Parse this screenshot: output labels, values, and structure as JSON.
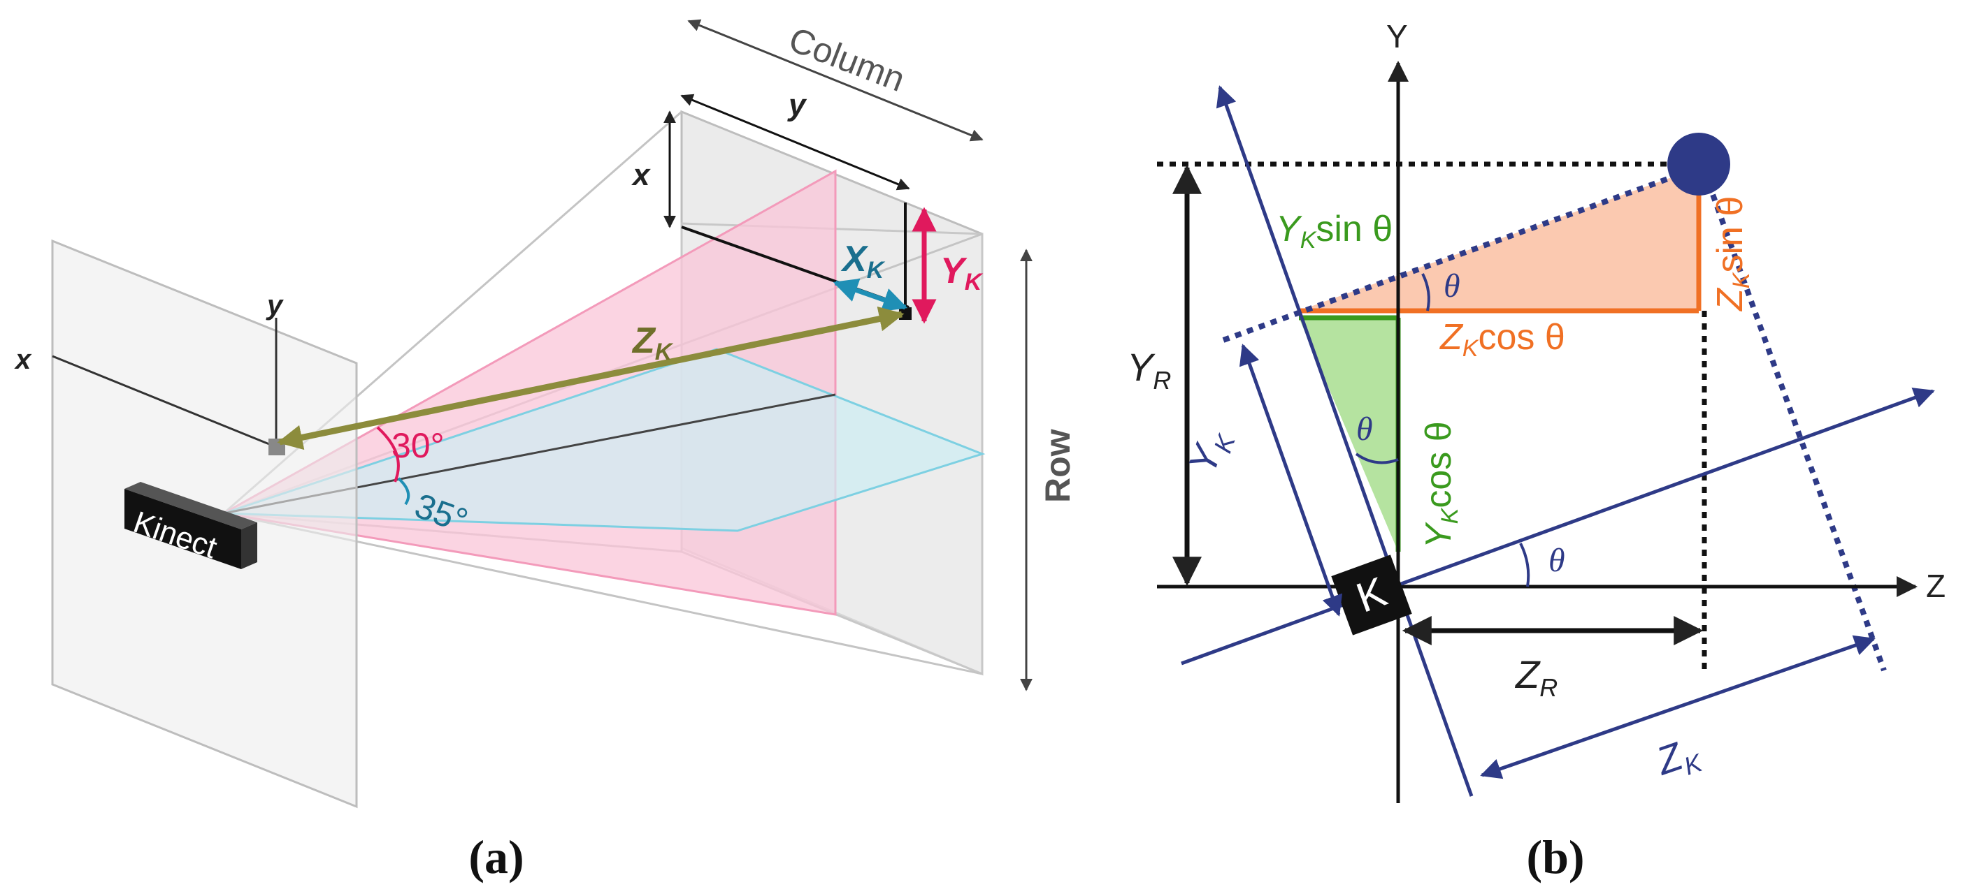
{
  "panel_a": {
    "caption": "(a)",
    "device_label": "Kinect",
    "column_label": "Column",
    "row_label": "Row",
    "top_y_label": "y",
    "top_x_label": "x",
    "left_y_label": "y",
    "left_x_label": "x",
    "zk": {
      "base": "Z",
      "sub": "K"
    },
    "xk": {
      "base": "X",
      "sub": "K"
    },
    "yk": {
      "base": "Y",
      "sub": "K"
    },
    "angle_vertical": "30°",
    "angle_horizontal": "35°",
    "colors": {
      "pink": "#e0195d",
      "teal": "#1f8fb5",
      "olive": "#8c8c3c",
      "pink_fill": "#f9c5d8",
      "cyan_fill": "#cdeef4"
    }
  },
  "panel_b": {
    "caption": "(b)",
    "axis_y": "Y",
    "axis_z": "Z",
    "sensor_label": "K",
    "theta": "θ",
    "yk_sin": {
      "base": "Y",
      "sub": "K",
      "rest": "sin θ"
    },
    "yk_cos": {
      "base": "Y",
      "sub": "K",
      "rest": "cos θ"
    },
    "zk_cos": {
      "base": "Z",
      "sub": "K",
      "rest": "cos θ"
    },
    "zk_sin": {
      "base": "Z",
      "sub": "K",
      "rest": "sin θ"
    },
    "yr": {
      "base": "Y",
      "sub": "R"
    },
    "zr": {
      "base": "Z",
      "sub": "R"
    },
    "yk": {
      "base": "Y",
      "sub": "K"
    },
    "zk": {
      "base": "Z",
      "sub": "K"
    },
    "colors": {
      "navy": "#2e3a87",
      "green": "#3a9a1e",
      "green_fill": "#b5e3a0",
      "orange": "#f07024",
      "orange_fill": "#fbc9b0"
    }
  }
}
